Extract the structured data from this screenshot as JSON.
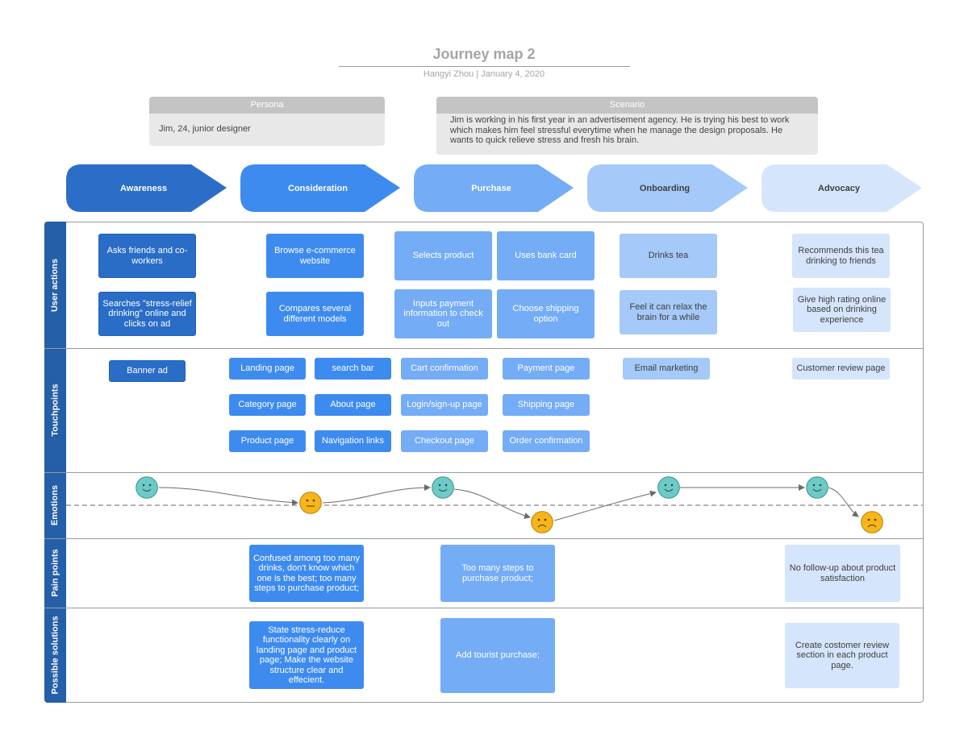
{
  "title": "Journey map 2",
  "subtitle": "Hangyi Zhou  |  January 4, 2020",
  "persona": {
    "label": "Persona",
    "text": "Jim, 24, junior designer"
  },
  "scenario": {
    "label": "Scenario",
    "text": "Jim is working in his first year in an advertisement agency. He is trying his best to work which makes him feel stressful everytime when he manage the design proposals. He wants to quick relieve stress and fresh his brain."
  },
  "stages": [
    "Awareness",
    "Consideration",
    "Purchase",
    "Onboarding",
    "Advocacy"
  ],
  "lanes": [
    "User actions",
    "Touchpoints",
    "Emotions",
    "Pain points",
    "Possible solutions"
  ],
  "user_actions": {
    "awareness": [
      "Asks friends and co-workers",
      "Searches \"stress-relief drinking\" online and clicks on ad"
    ],
    "consideration": [
      "Browse e-commerce website",
      "Compares several different models"
    ],
    "purchase": [
      "Selects product",
      "Uses bank card",
      "Inputs payment information to check out",
      "Choose shipping option"
    ],
    "onboarding": [
      "Drinks tea",
      "Feel it can relax the brain for a while"
    ],
    "advocacy": [
      "Recommends this tea drinking to friends",
      "Give high rating online based on drinking experience"
    ]
  },
  "touchpoints": {
    "awareness": [
      "Banner ad"
    ],
    "consideration": [
      "Landing page",
      "search bar",
      "Category page",
      "About page",
      "Product page",
      "Navigation links"
    ],
    "purchase": [
      "Cart confirmation",
      "Payment page",
      "Login/sign-up page",
      "Shipping page",
      "Checkout page",
      "Order confirmation"
    ],
    "onboarding": [
      "Email marketing"
    ],
    "advocacy": [
      "Customer review page"
    ]
  },
  "emotions": [
    "happy",
    "neutral",
    "happy",
    "sad",
    "happy",
    "happy",
    "sad"
  ],
  "pain_points": {
    "consideration": "Confused among too many drinks, don't know which one is the best; too many steps to purchase product;",
    "purchase": "Too many steps to purchase product;",
    "advocacy": "No follow-up about product satisfaction"
  },
  "solutions": {
    "consideration": "State stress-reduce functionality clearly on landing page and product page; Make the website structure clear and effecient.",
    "purchase": "Add tourist purchase;",
    "advocacy": "Create costomer review section in each product page."
  },
  "colors": {
    "stage_1": "#2c6ec7",
    "stage_2": "#3e8bef",
    "stage_3": "#74acf6",
    "stage_4": "#a5c9f8",
    "stage_5": "#d5e5fb",
    "lane_bar": "#255fa8",
    "happy_face": "#6ccbc7",
    "neutral_face": "#f7b519",
    "sad_face": "#f7b519"
  }
}
